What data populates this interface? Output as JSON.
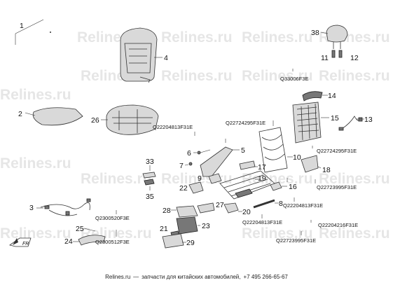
{
  "watermark": "Relines.ru",
  "footer": {
    "site": "Relines.ru",
    "dash": "—",
    "tagline": "запчасти для китайских автомобилей,",
    "phone": "+7 495 266-65-67"
  },
  "callouts": [
    "1",
    "2",
    "3",
    "4",
    "5",
    "6",
    "7",
    "8",
    "9",
    "10",
    "11",
    "12",
    "13",
    "14",
    "15",
    "16",
    "17",
    "18",
    "19",
    "20",
    "21",
    "22",
    "23",
    "24",
    "25",
    "26",
    "27",
    "28",
    "29",
    "33",
    "35",
    "38"
  ],
  "part_codes": {
    "c1": "Q33006F3E",
    "c2": "Q22724295F31E",
    "c3": "Q22724295F31E",
    "c4": "Q22204813F31E",
    "c5": "Q22723995F31E",
    "c6": "Q22204813F31E",
    "c7": "Q22204813F31E",
    "c8": "Q22204216F31E",
    "c9": "Q22723995F31E",
    "c10": "Q2300520F3E",
    "c11": "Q2300512F3E"
  },
  "orientation_marker": "FR"
}
